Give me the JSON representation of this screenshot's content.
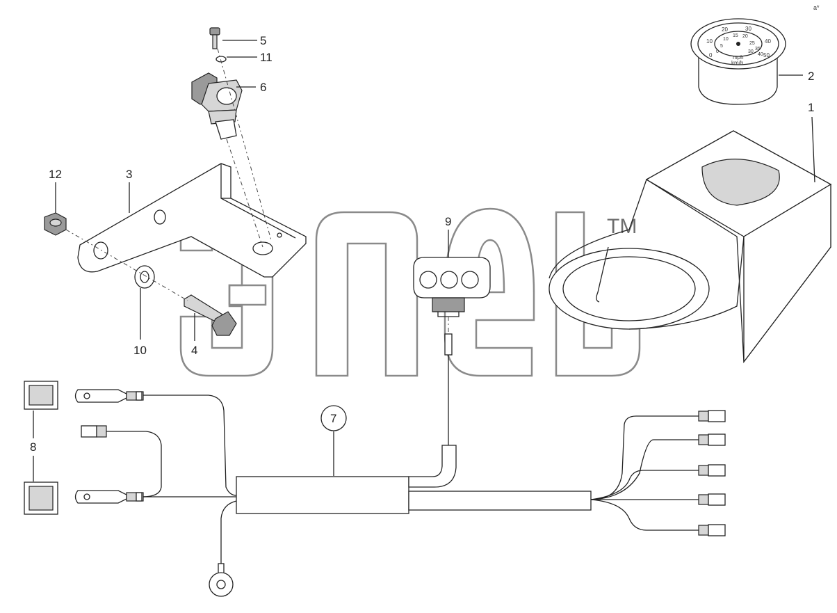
{
  "callouts": {
    "c1": "1",
    "c2": "2",
    "c3": "3",
    "c4": "4",
    "c5": "5",
    "c6": "6",
    "c7": "7",
    "c8": "8",
    "c9": "9",
    "c10": "10",
    "c11": "11",
    "c12": "12"
  },
  "speedometer": {
    "outer_ticks": [
      "10",
      "20",
      "30",
      "40",
      "50"
    ],
    "inner_ticks": [
      "0",
      "5",
      "10",
      "15",
      "20",
      "25",
      "30",
      "35",
      "40"
    ],
    "outer_min": "0",
    "unit_primary": "mph",
    "unit_secondary": "km/h"
  },
  "watermark": {
    "tm": "TM"
  },
  "corner_mark": "a*"
}
